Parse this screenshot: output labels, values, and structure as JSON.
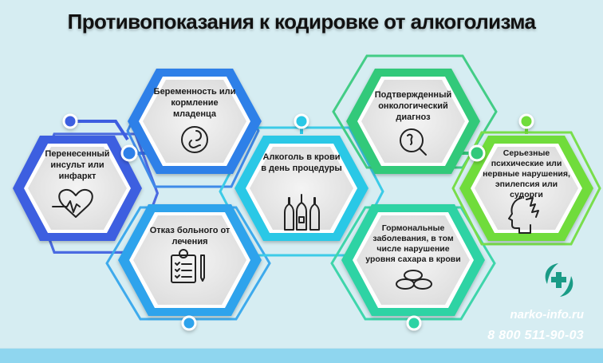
{
  "header": {
    "title": "Противопоказания к кодировке от алкоголизма"
  },
  "cards": [
    {
      "id": "stroke",
      "label": "Перенесенный инсульт или инфаркт",
      "icon": "heart-pulse-icon",
      "color": "#3d5ee0"
    },
    {
      "id": "pregnancy",
      "label": "Беременность или кормление младенца",
      "icon": "fetus-icon",
      "color": "#2f80e8"
    },
    {
      "id": "refusal",
      "label": "Отказ больного от лечения",
      "icon": "clipboard-checklist-icon",
      "color": "#2ea3ec"
    },
    {
      "id": "alcohol",
      "label": "Алкоголь в крови в день процедуры",
      "icon": "bottles-icon",
      "color": "#2cc8e6"
    },
    {
      "id": "oncology",
      "label": "Подтвержденный онкологический диагноз",
      "icon": "magnifier-cell-icon",
      "color": "#33c97a"
    },
    {
      "id": "hormonal",
      "label": "Гормональные заболевания, в том числе нарушение уровня сахара в крови",
      "icon": "pills-icon",
      "color": "#2fd3a4"
    },
    {
      "id": "mental",
      "label": "Серьезные психические или нервные нарушения, эпилепсия или судорги",
      "icon": "head-lightning-icon",
      "color": "#6fdc3a"
    }
  ],
  "footer": {
    "site": "narko-info.ru",
    "phone": "8 800 511-90-03",
    "logo": "medical-cross-leaves-icon",
    "logo_color": "#1a9b86",
    "bar_color": "#8fd6ef"
  }
}
